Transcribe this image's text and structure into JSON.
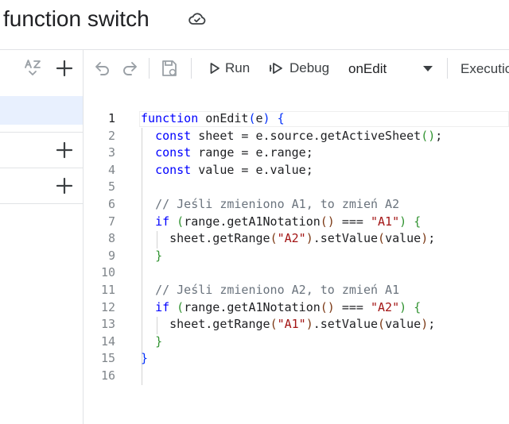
{
  "project": {
    "title": "function switch"
  },
  "toolbar": {
    "run_label": "Run",
    "debug_label": "Debug",
    "function_value": "onEdit",
    "execution_label": "Executio"
  },
  "editor": {
    "active_line": 1,
    "line_numbers": [
      "1",
      "2",
      "3",
      "4",
      "5",
      "6",
      "7",
      "8",
      "9",
      "10",
      "11",
      "12",
      "13",
      "14",
      "15",
      "16"
    ],
    "lines": [
      [
        {
          "t": "function ",
          "c": "kw"
        },
        {
          "t": "onEdit"
        },
        {
          "t": "(",
          "c": "brk1"
        },
        {
          "t": "e"
        },
        {
          "t": ")",
          "c": "brk1"
        },
        {
          "t": " "
        },
        {
          "t": "{",
          "c": "brk1"
        }
      ],
      [
        {
          "t": "  "
        },
        {
          "t": "const",
          "c": "kw"
        },
        {
          "t": " sheet = e.source.getActiveSheet"
        },
        {
          "t": "()",
          "c": "brk2"
        },
        {
          "t": ";"
        }
      ],
      [
        {
          "t": "  "
        },
        {
          "t": "const",
          "c": "kw"
        },
        {
          "t": " range = e.range;"
        }
      ],
      [
        {
          "t": "  "
        },
        {
          "t": "const",
          "c": "kw"
        },
        {
          "t": " value = e.value;"
        }
      ],
      [],
      [
        {
          "t": "  "
        },
        {
          "t": "// Jeśli zmieniono A1, to zmień A2",
          "c": "cmt"
        }
      ],
      [
        {
          "t": "  "
        },
        {
          "t": "if",
          "c": "kw"
        },
        {
          "t": " "
        },
        {
          "t": "(",
          "c": "brk2"
        },
        {
          "t": "range.getA1Notation"
        },
        {
          "t": "()",
          "c": "brk3"
        },
        {
          "t": " === "
        },
        {
          "t": "\"A1\"",
          "c": "str"
        },
        {
          "t": ")",
          "c": "brk2"
        },
        {
          "t": " "
        },
        {
          "t": "{",
          "c": "brk2"
        }
      ],
      [
        {
          "t": "    sheet.getRange"
        },
        {
          "t": "(",
          "c": "brk3"
        },
        {
          "t": "\"A2\"",
          "c": "str"
        },
        {
          "t": ")",
          "c": "brk3"
        },
        {
          "t": ".setValue"
        },
        {
          "t": "(",
          "c": "brk3"
        },
        {
          "t": "value"
        },
        {
          "t": ")",
          "c": "brk3"
        },
        {
          "t": ";"
        }
      ],
      [
        {
          "t": "  "
        },
        {
          "t": "}",
          "c": "brk2"
        }
      ],
      [],
      [
        {
          "t": "  "
        },
        {
          "t": "// Jeśli zmieniono A2, to zmień A1",
          "c": "cmt"
        }
      ],
      [
        {
          "t": "  "
        },
        {
          "t": "if",
          "c": "kw"
        },
        {
          "t": " "
        },
        {
          "t": "(",
          "c": "brk2"
        },
        {
          "t": "range.getA1Notation"
        },
        {
          "t": "()",
          "c": "brk3"
        },
        {
          "t": " === "
        },
        {
          "t": "\"A2\"",
          "c": "str"
        },
        {
          "t": ")",
          "c": "brk2"
        },
        {
          "t": " "
        },
        {
          "t": "{",
          "c": "brk2"
        }
      ],
      [
        {
          "t": "    sheet.getRange"
        },
        {
          "t": "(",
          "c": "brk3"
        },
        {
          "t": "\"A1\"",
          "c": "str"
        },
        {
          "t": ")",
          "c": "brk3"
        },
        {
          "t": ".setValue"
        },
        {
          "t": "(",
          "c": "brk3"
        },
        {
          "t": "value"
        },
        {
          "t": ")",
          "c": "brk3"
        },
        {
          "t": ";"
        }
      ],
      [
        {
          "t": "  "
        },
        {
          "t": "}",
          "c": "brk2"
        }
      ],
      [
        {
          "t": "}",
          "c": "brk1"
        }
      ],
      []
    ]
  }
}
